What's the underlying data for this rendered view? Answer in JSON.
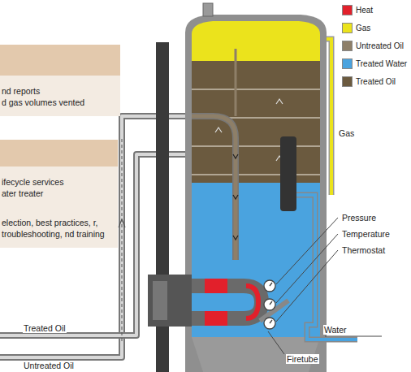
{
  "diagram": {
    "nodes": [
      {
        "text": [
          "nd reports",
          "d gas volumes vented"
        ]
      },
      {
        "text": [
          "ifecycle services ater treater",
          "election, best practices, r, troubleshooting, nd training"
        ]
      }
    ],
    "labels": [
      "Gas",
      "Pressure",
      "Temperature",
      "Thermostat",
      "Water",
      "Firetube",
      "Treated Oil",
      "Untreated Oil"
    ],
    "legend": [
      {
        "text": "Heat",
        "color": "#e2202b"
      },
      {
        "text": "Gas",
        "color": "#ebe31c"
      },
      {
        "text": "Untreated Oil",
        "color": "#8e7f68"
      },
      {
        "text": "Treated Water",
        "color": "#4aa3df"
      },
      {
        "text": "Treated Oil",
        "color": "#6b5a3f"
      }
    ]
  }
}
